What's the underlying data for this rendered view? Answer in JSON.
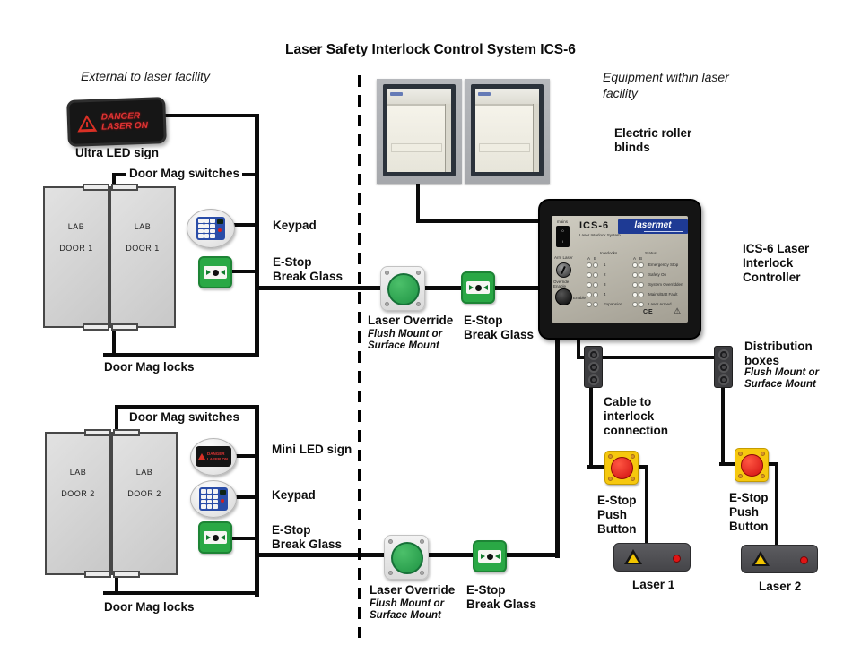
{
  "title": "Laser Safety Interlock Control System ICS-6",
  "zones": {
    "external": "External to laser facility",
    "internal": "Equipment within  laser\nfacility"
  },
  "signs": {
    "ultra": {
      "line1": "DANGER",
      "line2": "LASER ON",
      "label": "Ultra LED sign"
    },
    "mini": {
      "line1": "DANGER",
      "line2": "LASER ON",
      "label": "Mini LED  sign"
    }
  },
  "door1": {
    "room": "LAB",
    "door": "DOOR 1",
    "switches": "Door Mag switches",
    "locks": "Door Mag locks",
    "keypad": "Keypad",
    "estop": "E-Stop\nBreak Glass"
  },
  "door2": {
    "room": "LAB",
    "door": "DOOR 2",
    "switches": "Door Mag switches",
    "locks": "Door Mag locks",
    "keypad": "Keypad",
    "estop": "E-Stop\nBreak Glass"
  },
  "blinds_label": "Electric roller\nblinds",
  "override1": {
    "label": "Laser Override",
    "mount": "Flush Mount or\nSurface Mount"
  },
  "override2": {
    "label": "Laser Override",
    "mount": "Flush Mount or\nSurface Mount"
  },
  "estop_mid": "E-Stop\nBreak Glass",
  "estop_bottom": "E-Stop\nBreak Glass",
  "controller": {
    "label": "ICS-6 Laser\nInterlock\nController",
    "model": "ICS-6",
    "subtitle": "Laser Interlock System",
    "brand": "lasermet",
    "mains": "mains",
    "switch_off": "0",
    "switch_on": "I",
    "arm": "Arm Laser",
    "override_enable": "Override\nEnable",
    "enable": "Enable",
    "interlocks": {
      "header": "Interlocks",
      "col_a": "A",
      "col_b": "B",
      "rows": [
        "1",
        "2",
        "3",
        "4",
        "Expansion"
      ]
    },
    "status": {
      "header": "Status",
      "col_a": "A",
      "col_b": "B",
      "rows": [
        "Emergency Stop",
        "Safety On",
        "System Overridden",
        "Mains/Batt Fault",
        "Laser Armed"
      ]
    },
    "ce": "CE",
    "warning_icon": "⚠"
  },
  "distribution": {
    "label": "Distribution\nboxes",
    "mount": "Flush Mount or\nSurface Mount"
  },
  "cable_label": "Cable to\ninterlock\nconnection",
  "estop_push": "E-Stop\nPush\nButton",
  "laser1": "Laser 1",
  "laser2": "Laser 2",
  "colors": {
    "green": "#2aa845",
    "red": "#dd1414",
    "yellow": "#f6c80e",
    "sign_red": "#e03434",
    "logo_blue": "#1e3a94",
    "wire": "#0b0b0b"
  }
}
